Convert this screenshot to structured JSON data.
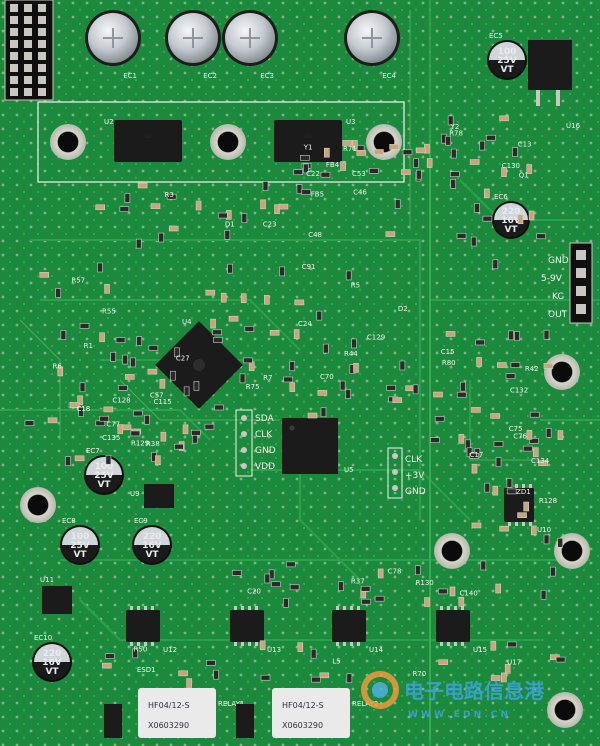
{
  "board": {
    "colors": {
      "solder_mask": "#1c8a3c",
      "copper_trace": "#2aa14b",
      "silkscreen": "#f3f3ee",
      "ic_body": "#1b1b1b",
      "capacitor_top": "#c9ced3",
      "relay_body": "#eaeaea",
      "pad": "#c8c8c0"
    },
    "header_labels": {
      "right": [
        "GND",
        "5-9V",
        "KC",
        "OUT"
      ],
      "sda_block": [
        "SDA",
        "CLK",
        "GND",
        "VDD"
      ],
      "clk_block": [
        "CLK",
        "+3V",
        "GND"
      ]
    },
    "capacitors": [
      {
        "ref": "EC1",
        "text": ""
      },
      {
        "ref": "EC2",
        "text": ""
      },
      {
        "ref": "EC3",
        "text": ""
      },
      {
        "ref": "EC4",
        "text": ""
      },
      {
        "ref": "EC5",
        "text": "100 25V VT"
      },
      {
        "ref": "EC6",
        "text": "220 16V VT"
      },
      {
        "ref": "EC7",
        "text": "100 25V VT"
      },
      {
        "ref": "EC8",
        "text": "100 25V VT"
      },
      {
        "ref": "EC9",
        "text": "220 16V VT"
      },
      {
        "ref": "EC10",
        "text": "220 16V VT"
      }
    ],
    "chips": [
      {
        "ref": "U2"
      },
      {
        "ref": "U3"
      },
      {
        "ref": "U4"
      },
      {
        "ref": "U5"
      },
      {
        "ref": "U10"
      },
      {
        "ref": "U12"
      },
      {
        "ref": "U13"
      },
      {
        "ref": "U14"
      },
      {
        "ref": "U15"
      }
    ],
    "regulators": [
      {
        "ref": "U16"
      },
      {
        "ref": "U9"
      },
      {
        "ref": "U11"
      }
    ],
    "relays": [
      {
        "ref": "RELAY1",
        "model": "HF04/12-S",
        "code": "X0603290"
      },
      {
        "ref": "RELAY2",
        "model": "HF04/12-S",
        "code": "X0603290"
      }
    ],
    "misc_refs": [
      "R3",
      "R5",
      "R6",
      "R7",
      "C13",
      "C15",
      "C17",
      "C18",
      "C20",
      "L5",
      "C22",
      "C23",
      "C24",
      "C27",
      "R44",
      "Q1",
      "R42",
      "ZD1",
      "R38",
      "R37",
      "R50",
      "Y1",
      "C46",
      "R57",
      "C57",
      "C70",
      "Y2",
      "C75",
      "C76",
      "C77",
      "C78",
      "R70",
      "R71",
      "D1",
      "D2",
      "C128",
      "C129",
      "C130",
      "C132",
      "C134",
      "C135",
      "C140",
      "ESD1",
      "FB4",
      "FB5",
      "C91",
      "C115",
      "R75",
      "R78",
      "R80",
      "R128",
      "R129",
      "R130",
      "U17",
      "C53",
      "C48",
      "R55",
      "R1"
    ],
    "watermark": {
      "chinese": "电子电路信息港",
      "url": "W W W . E D N . C N"
    }
  }
}
